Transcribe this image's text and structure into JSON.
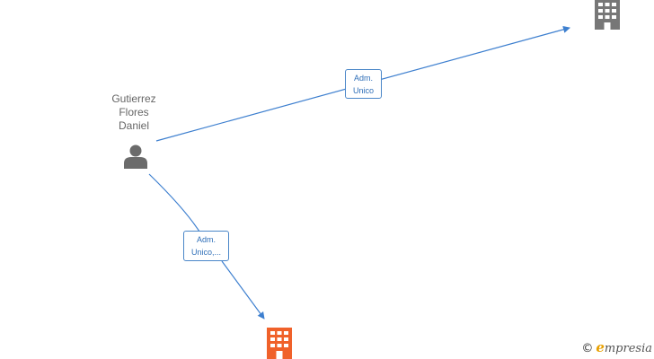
{
  "person": {
    "name_lines": [
      "Gutierrez",
      "Flores",
      "Daniel"
    ],
    "icon": "person-icon"
  },
  "companies": [
    {
      "icon": "building-icon",
      "color": "#777777"
    },
    {
      "icon": "building-icon",
      "color": "#f0612a"
    }
  ],
  "edges": [
    {
      "label_lines": [
        "Adm.",
        "Unico"
      ]
    },
    {
      "label_lines": [
        "Adm.",
        "Unico,..."
      ]
    }
  ],
  "colors": {
    "edge": "#3d7fcf",
    "person": "#6b6b6b"
  },
  "brand": {
    "copyright": "©",
    "first_letter": "e",
    "rest": "mpresia"
  }
}
